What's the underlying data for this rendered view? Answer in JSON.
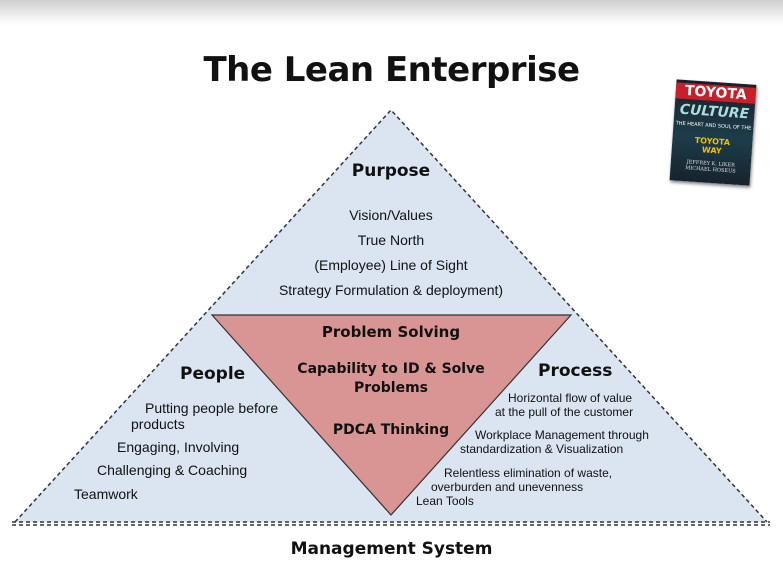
{
  "title": "The Lean Enterprise",
  "book": {
    "brand": "TOYOTA",
    "title": "CULTURE",
    "subtitle": "THE HEART AND SOUL OF THE",
    "series_line1": "TOYOTA",
    "series_line2": "WAY",
    "author1": "JEFFREY K. LIKER",
    "author2": "MICHAEL HOSEUS"
  },
  "purpose": {
    "heading": "Purpose",
    "items": [
      "Vision/Values",
      "True North",
      "(Employee) Line of Sight",
      "Strategy Formulation & deployment)"
    ]
  },
  "center": {
    "heading": "Problem Solving",
    "line1": "Capability to ID & Solve",
    "line2": "Problems",
    "heading2": "PDCA Thinking"
  },
  "people": {
    "heading": "People",
    "item1_line1": "Putting people before",
    "item1_line2": "products",
    "item2": "Engaging, Involving",
    "item3": "Challenging & Coaching",
    "item4": "Teamwork"
  },
  "process": {
    "heading": "Process",
    "item1_line1": "Horizontal flow of value",
    "item1_line2": "at the pull of the customer",
    "item2_line1": "Workplace Management through",
    "item2_line2": "standardization &  Visualization",
    "item3_line1": "Relentless elimination of waste,",
    "item3_line2": "overburden and unevenness",
    "item4": "Lean Tools"
  },
  "footer": "Management System",
  "colors": {
    "triangle_fill": "#dbe5f1",
    "center_fill": "#d99594",
    "outline": "#333333"
  }
}
